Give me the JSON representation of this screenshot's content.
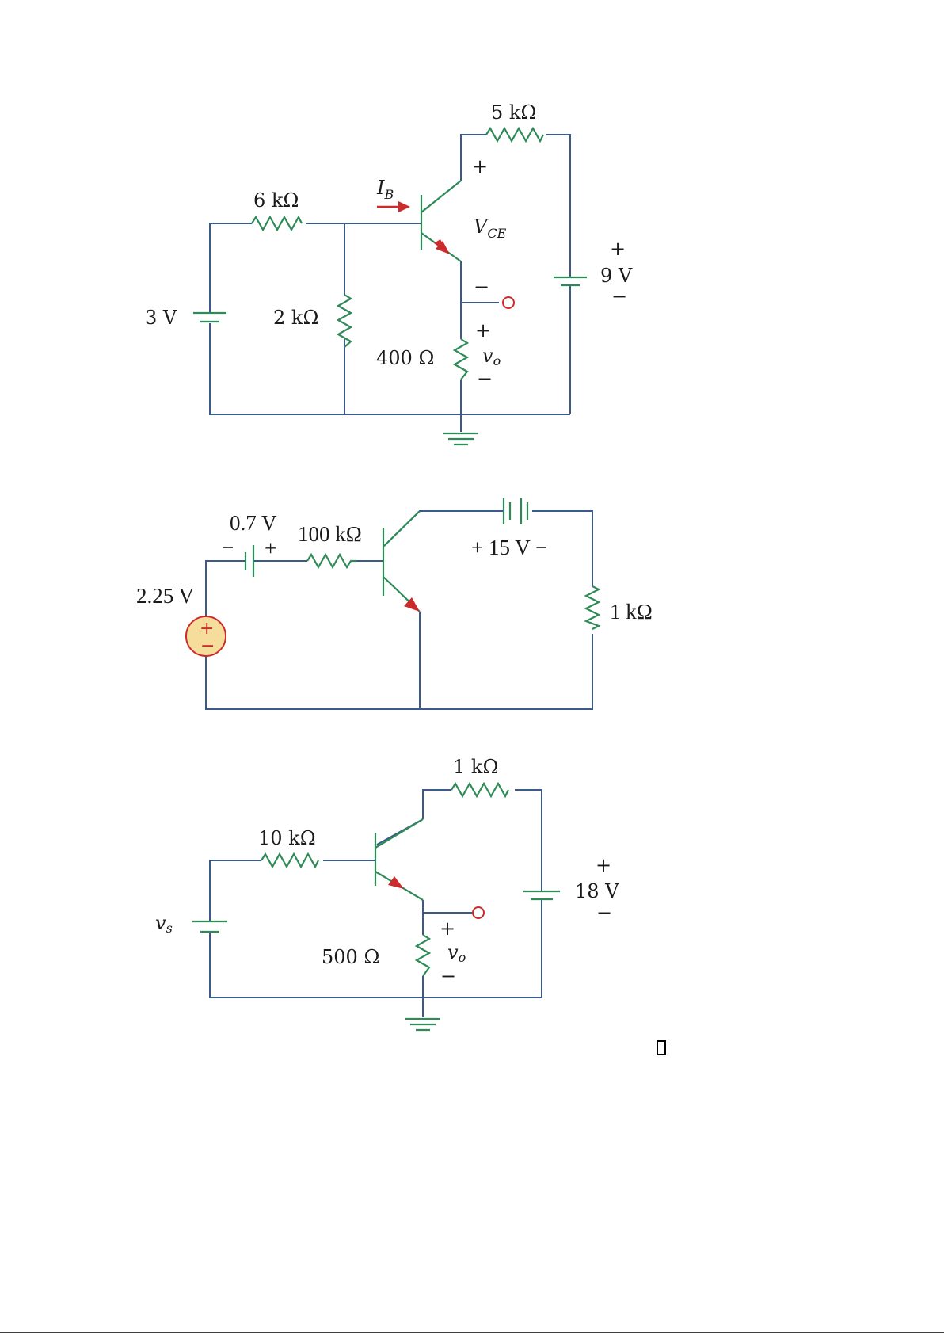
{
  "circuit1": {
    "r_top": "5 kΩ",
    "r_base": "6 kΩ",
    "r_shunt": "2 kΩ",
    "r_emitter": "400 Ω",
    "source_left": "3 V",
    "source_right": "9 V",
    "current_label": "I",
    "current_sub": "B",
    "vce_label": "V",
    "vce_sub": "CE",
    "vo_label": "v",
    "vo_sub": "o",
    "plus": "+",
    "minus": "−"
  },
  "circuit2": {
    "battery_left": "0.7 V",
    "r_base": "100 kΩ",
    "source": "2.25 V",
    "battery_top": "+ 15 V −",
    "r_load": "1 kΩ",
    "plus": "+",
    "minus": "−"
  },
  "circuit3": {
    "r_top": "1 kΩ",
    "r_base": "10 kΩ",
    "r_emitter": "500 Ω",
    "source_right": "18 V",
    "vs_label": "v",
    "vs_sub": "s",
    "vo_label": "v",
    "vo_sub": "o",
    "plus": "+",
    "minus": "−"
  },
  "colors": {
    "wire": "#3a5a8c",
    "component": "#2e8b57",
    "accent": "#cc2b2b",
    "source_fill": "#f6dd9c"
  }
}
